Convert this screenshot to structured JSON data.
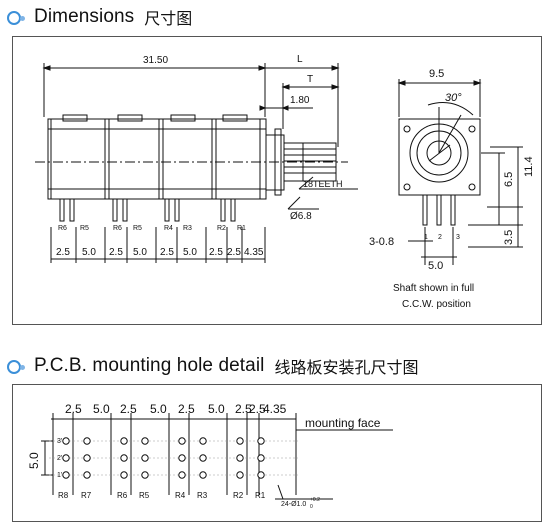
{
  "sections": [
    {
      "title": "Dimensions",
      "title_cn": "尺寸图",
      "dims": {
        "overall": "31.50",
        "L": "L",
        "T": "T",
        "t_180": "1.80",
        "teeth": "18TEETH",
        "shaft_dia": "Ø6.8",
        "pitches": [
          "2.5",
          "5.0",
          "2.5",
          "5.0",
          "2.5",
          "5.0",
          "2.5",
          "2.5",
          "4.35"
        ],
        "pins": [
          "R6",
          "R5",
          "R6",
          "R5",
          "R4",
          "R3",
          "R2",
          "R1"
        ],
        "width": "9.5",
        "angle": "30°",
        "h_11_4": "11.4",
        "h_6_5": "6.5",
        "h_3_5": "3.5",
        "pin_off": "3-0.8",
        "pin_nums": [
          "1",
          "2",
          "3"
        ],
        "pin_span": "5.0",
        "note_line1": "Shaft shown in full",
        "note_line2": "C.C.W. position"
      }
    },
    {
      "title": "P.C.B. mounting hole detail",
      "title_cn": "线路板安装孔尺寸图",
      "dims": {
        "pitches": [
          "2.5",
          "5.0",
          "2.5",
          "5.0",
          "2.5",
          "5.0",
          "2.5",
          "2.5",
          "4.35"
        ],
        "row_labels": [
          "3'",
          "2'",
          "1'"
        ],
        "vertical": "5.0",
        "mounting_face": "mounting face",
        "bottom_labels": [
          "R8",
          "R7",
          "R6",
          "R5",
          "R4",
          "R3",
          "R2",
          "R1"
        ],
        "hole_spec": "24-Ø1.0",
        "hole_tol": "+0.2",
        "hole_tol2": "0"
      }
    }
  ],
  "colors": {
    "accent": "#3b8fd8",
    "accent_light": "#7fb4e6",
    "line": "#111111",
    "frame": "#555555"
  }
}
